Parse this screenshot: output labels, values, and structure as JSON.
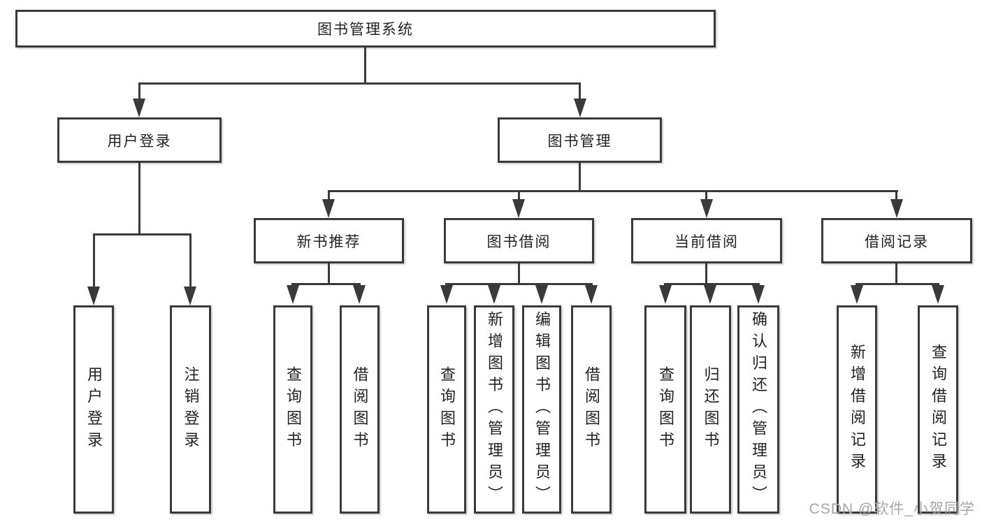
{
  "tree": {
    "root": "图书管理系统",
    "children": [
      {
        "label": "用户登录",
        "children": [
          "用户登录",
          "注销登录"
        ]
      },
      {
        "label": "图书管理",
        "children": [
          {
            "label": "新书推荐",
            "children": [
              "查询图书",
              "借阅图书"
            ]
          },
          {
            "label": "图书借阅",
            "children": [
              "查询图书",
              "新增图书（管理员）",
              "编辑图书（管理员）",
              "借阅图书"
            ]
          },
          {
            "label": "当前借阅",
            "children": [
              "查询图书",
              "归还图书",
              "确认归还（管理员）"
            ]
          },
          {
            "label": "借阅记录",
            "children": [
              "新增借阅记录",
              "查询借阅记录"
            ]
          }
        ]
      }
    ]
  },
  "watermark": {
    "text": "CSDN @软件_小贺同学"
  },
  "colors": {
    "line": "#3a3a3a",
    "text": "#222222",
    "watermark": "#a6a6a6",
    "background": "#ffffff"
  }
}
